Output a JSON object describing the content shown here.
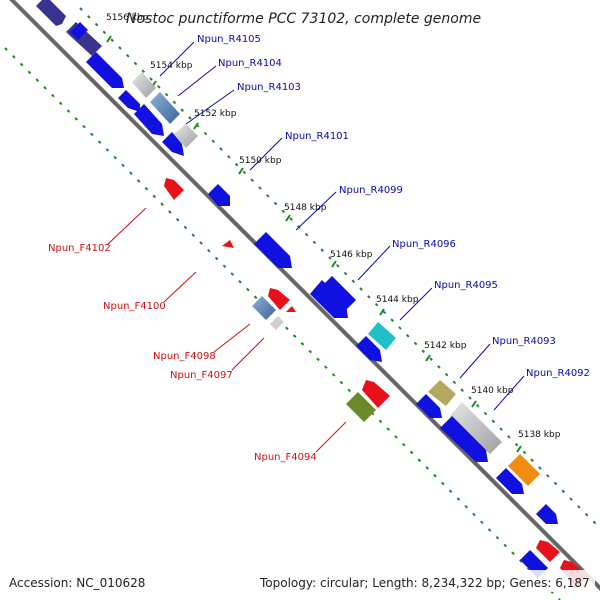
{
  "title": "Nostoc punctiforme PCC 73102, complete genome",
  "accession": "Accession: NC_010628",
  "topology": "Topology: circular; Length: 8,234,322 bp; Genes: 6,187",
  "colors": {
    "gene_blue": "#1010e0",
    "gene_red": "#e8101a",
    "gene_gray": "#b9b9b9",
    "gene_steelblue": "#5a7fb0",
    "gene_navy": "#3a3490",
    "gene_cyan": "#20c0c8",
    "gene_olive": "#b2a860",
    "gene_green": "#6a8a2a",
    "gene_orange": "#f08c10",
    "reverse_label": "#0a0ab0",
    "forward_label": "#d01010",
    "dot_track": "#1a8a1a",
    "backbone": "#666666"
  },
  "kbp_ticks": [
    "5156 kbp",
    "5154 kbp",
    "5152 kbp",
    "5150 kbp",
    "5148 kbp",
    "5146 kbp",
    "5144 kbp",
    "5142 kbp",
    "5140 kbp",
    "5138 kbp"
  ],
  "reverse_genes": [
    "Npun_R4105",
    "Npun_R4104",
    "Npun_R4103",
    "Npun_R4101",
    "Npun_R4099",
    "Npun_R4096",
    "Npun_R4095",
    "Npun_R4093",
    "Npun_R4092"
  ],
  "forward_genes": [
    "Npun_F4102",
    "Npun_F4100",
    "Npun_F4098",
    "Npun_F4097",
    "Npun_F4094"
  ]
}
